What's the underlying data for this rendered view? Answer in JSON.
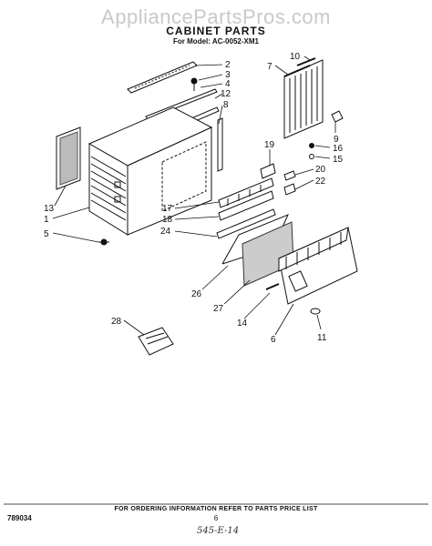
{
  "watermark": "AppliancePartsPros.com",
  "title": "CABINET PARTS",
  "subtitle": "For Model: AC-0052-XM1",
  "footer": {
    "ordering_note": "FOR ORDERING INFORMATION REFER TO PARTS PRICE LIST",
    "doc_number": "789034",
    "page_number": "6",
    "handwritten_mark": "545-E-14"
  },
  "callouts": [
    "2",
    "3",
    "4",
    "12",
    "8",
    "10",
    "7",
    "9",
    "16",
    "15",
    "19",
    "20",
    "22",
    "13",
    "1",
    "5",
    "17",
    "18",
    "24",
    "26",
    "27",
    "14",
    "6",
    "11",
    "28"
  ]
}
